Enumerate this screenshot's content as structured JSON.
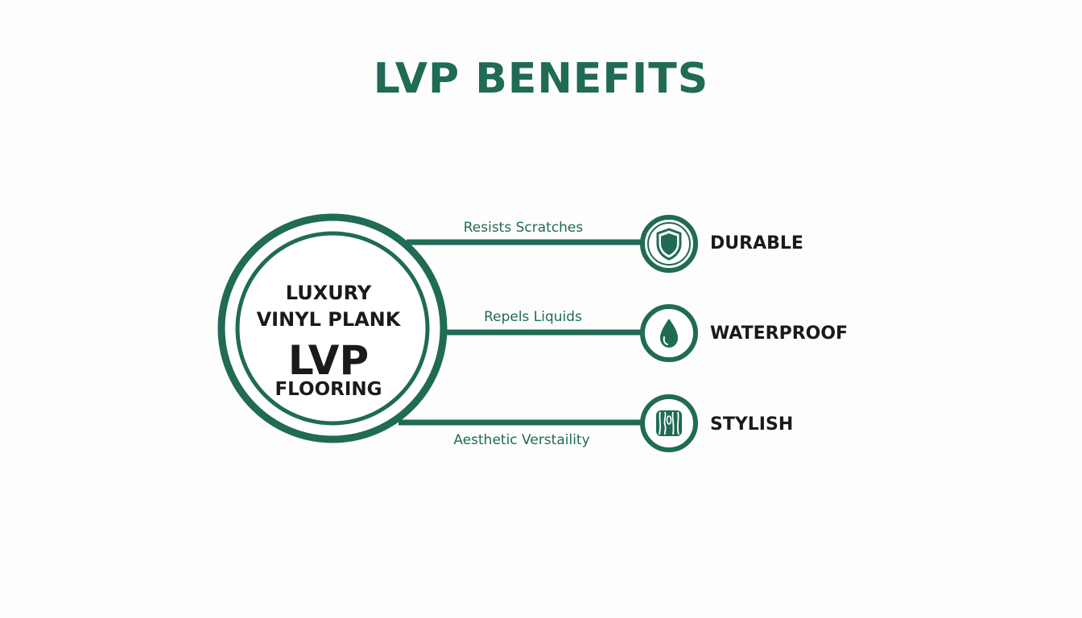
{
  "title": "LVP BENEFITS",
  "center": {
    "line1": "LUXURY",
    "line2": "VINYL PLANK",
    "abbr": "LVP",
    "line4": "FLOORING"
  },
  "benefits": [
    {
      "connector_label": "Resists Scratches",
      "name": "DURABLE",
      "icon": "shield-icon"
    },
    {
      "connector_label": "Repels Liquids",
      "name": "WATERPROOF",
      "icon": "water-drop-icon"
    },
    {
      "connector_label": "Aesthetic Verstaility",
      "name": "STYLISH",
      "icon": "wood-grain-icon"
    }
  ],
  "colors": {
    "accent": "#1f6b55",
    "text": "#1a1a1a",
    "background": "#fdfdfc"
  }
}
